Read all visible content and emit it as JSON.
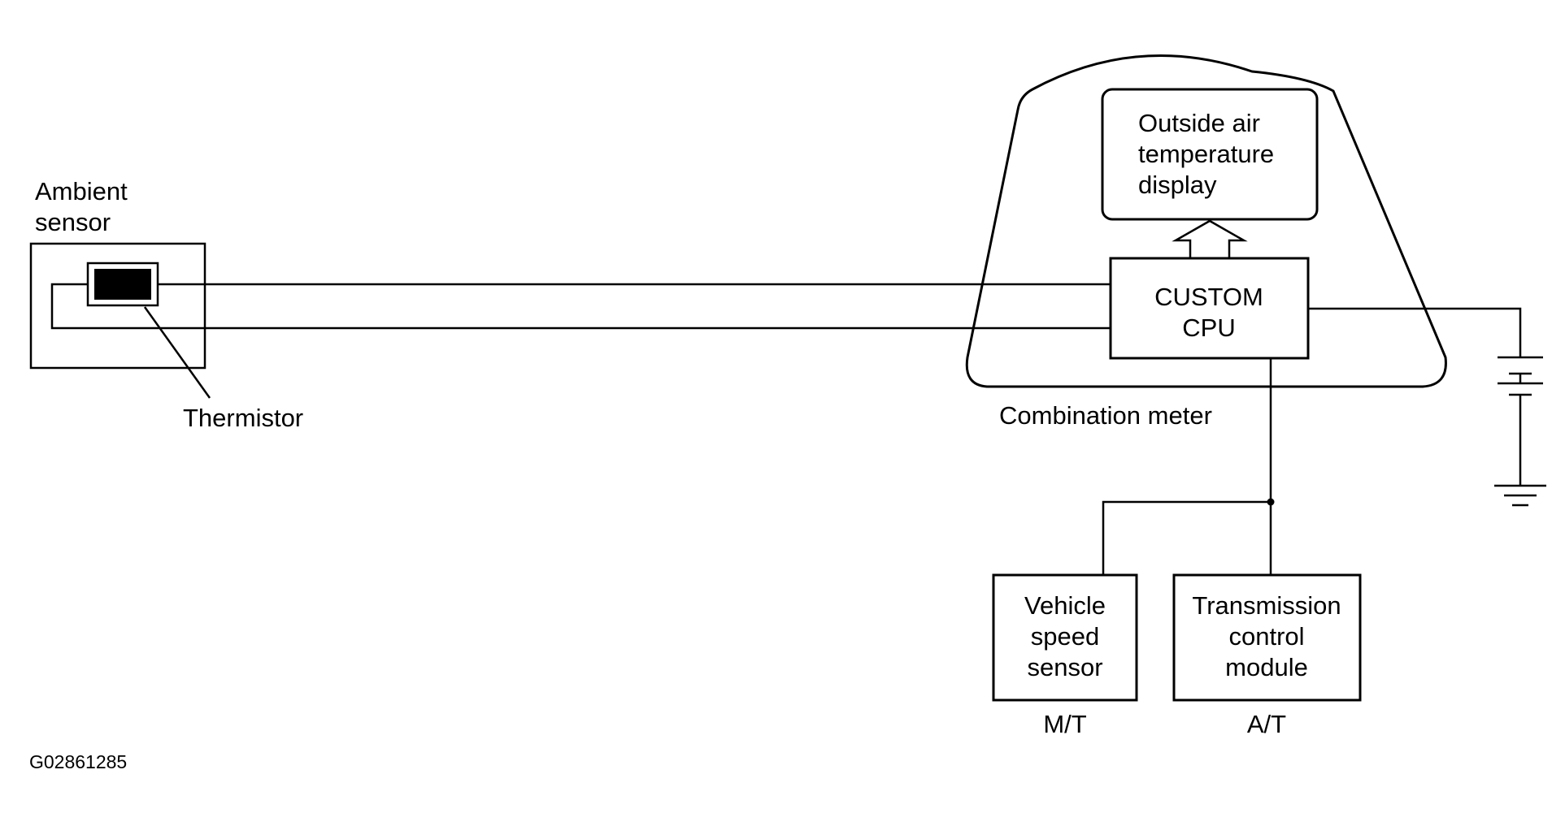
{
  "ambient_sensor": {
    "label_line1": "Ambient",
    "label_line2": "sensor"
  },
  "thermistor": {
    "label": "Thermistor"
  },
  "display": {
    "line1": "Outside air",
    "line2": "temperature",
    "line3": "display"
  },
  "cpu": {
    "line1": "CUSTOM",
    "line2": "CPU"
  },
  "combination_meter": {
    "label": "Combination meter"
  },
  "vss": {
    "line1": "Vehicle",
    "line2": "speed",
    "line3": "sensor",
    "caption": "M/T"
  },
  "tcm": {
    "line1": "Transmission",
    "line2": "control",
    "line3": "module",
    "caption": "A/T"
  },
  "figure_id": "G02861285"
}
